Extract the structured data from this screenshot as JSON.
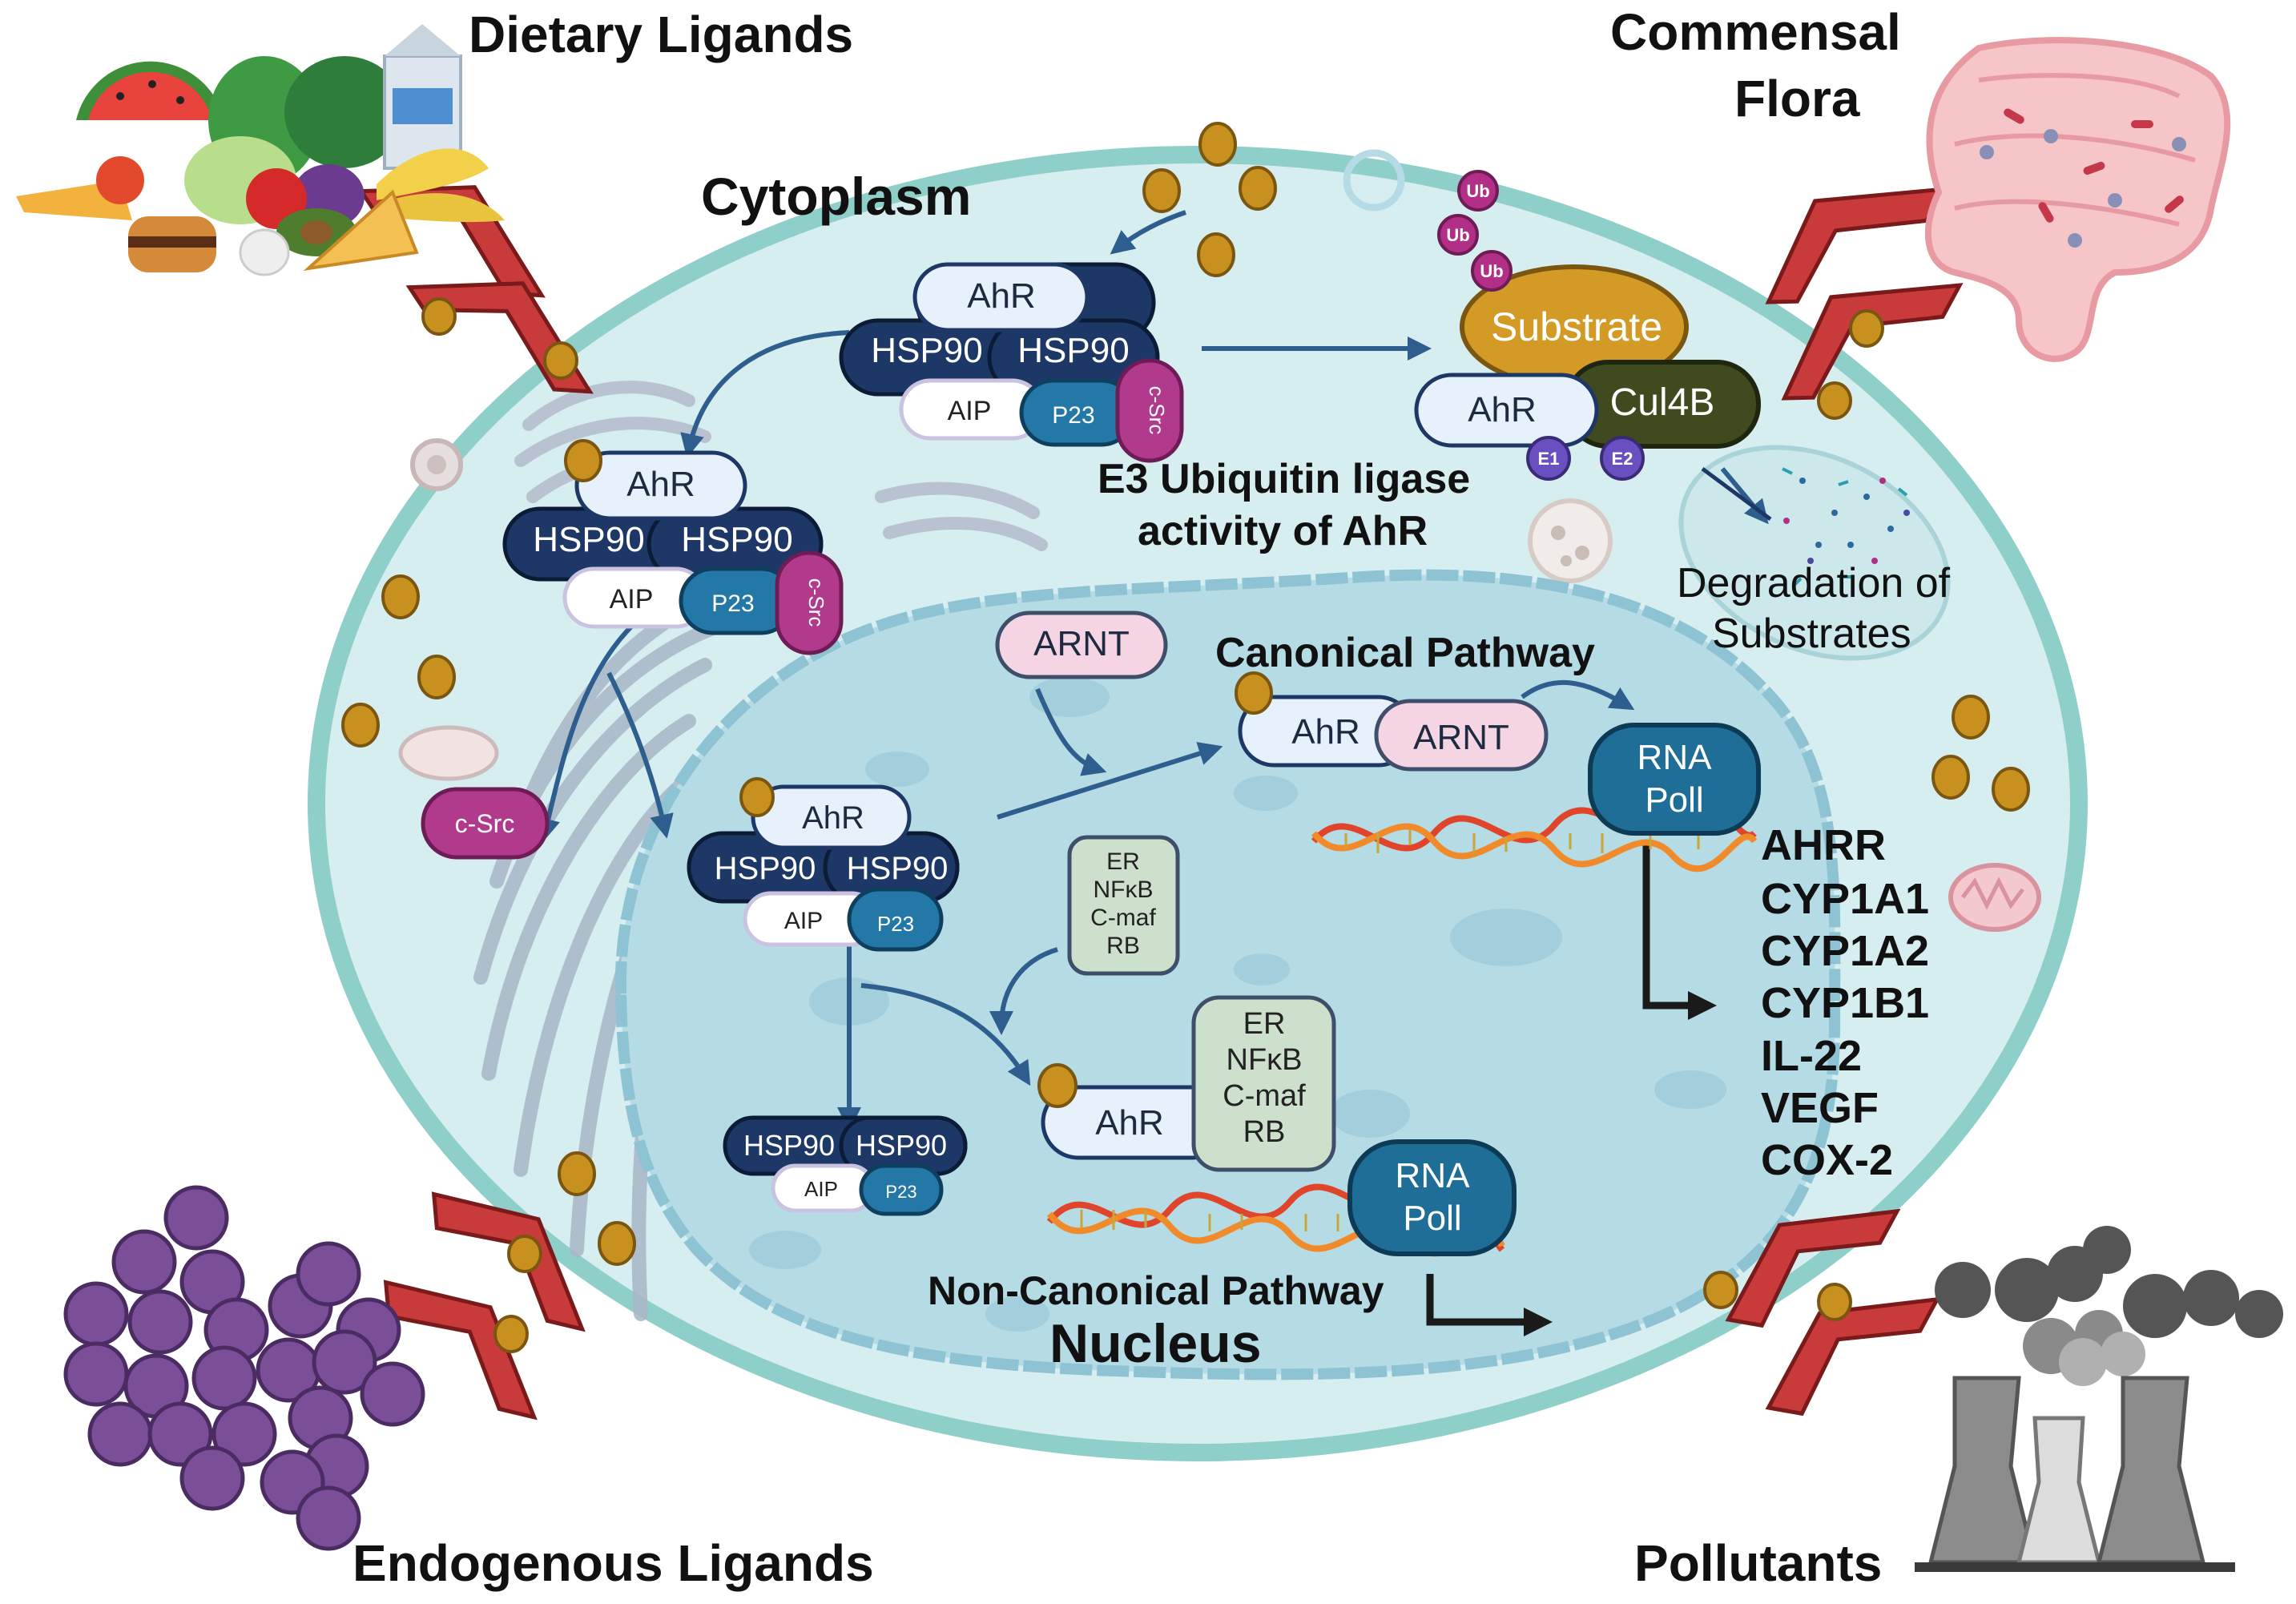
{
  "corners": {
    "dietary": "Dietary Ligands",
    "commensal_1": "Commensal",
    "commensal_2": "Flora",
    "endogenous": "Endogenous Ligands",
    "pollutants": "Pollutants"
  },
  "compartments": {
    "cytoplasm": "Cytoplasm",
    "nucleus": "Nucleus"
  },
  "proteins": {
    "ahr": "AhR",
    "hsp90": "HSP90",
    "aip": "AIP",
    "p23": "P23",
    "csrc": "c-Src",
    "arnt": "ARNT",
    "substrate": "Substrate",
    "cul4b": "Cul4B",
    "e1": "E1",
    "e2": "E2",
    "ub": "Ub",
    "rna_pol_1": "RNA",
    "rna_pol_2": "Poll",
    "cofactors": [
      "ER",
      "NFκB",
      "C-maf",
      "RB"
    ]
  },
  "labels": {
    "e3_line1": "E3 Ubiquitin ligase",
    "e3_line2": "activity of AhR",
    "degradation_1": "Degradation of",
    "degradation_2": "Substrates",
    "canonical": "Canonical Pathway",
    "non_canonical": "Non-Canonical Pathway"
  },
  "target_genes": [
    "AHRR",
    "CYP1A1",
    "CYP1A2",
    "CYP1B1",
    "IL-22",
    "VEGF",
    "COX-2"
  ],
  "colors": {
    "cell_fill": "#d6eef0",
    "cell_border": "#8fcfc9",
    "nucleus_fill": "#b5dbe4",
    "nucleus_border": "#8ec3d3",
    "hsp90": "#1d3866",
    "ahr_fill": "#e6f1fb",
    "p23": "#2478a8",
    "csrc": "#b13a8c",
    "arnt": "#f5d5e3",
    "ligand": "#c8911f",
    "receptor": "#c93b3b",
    "substrate": "#d39b25",
    "cul4b": "#3f4a1f",
    "cofactor": "#cde0cc",
    "rna_pol": "#1f6e98",
    "ub": "#b12f86",
    "e_sub": "#6a4fc0",
    "arrow": "#2d5e8e"
  }
}
